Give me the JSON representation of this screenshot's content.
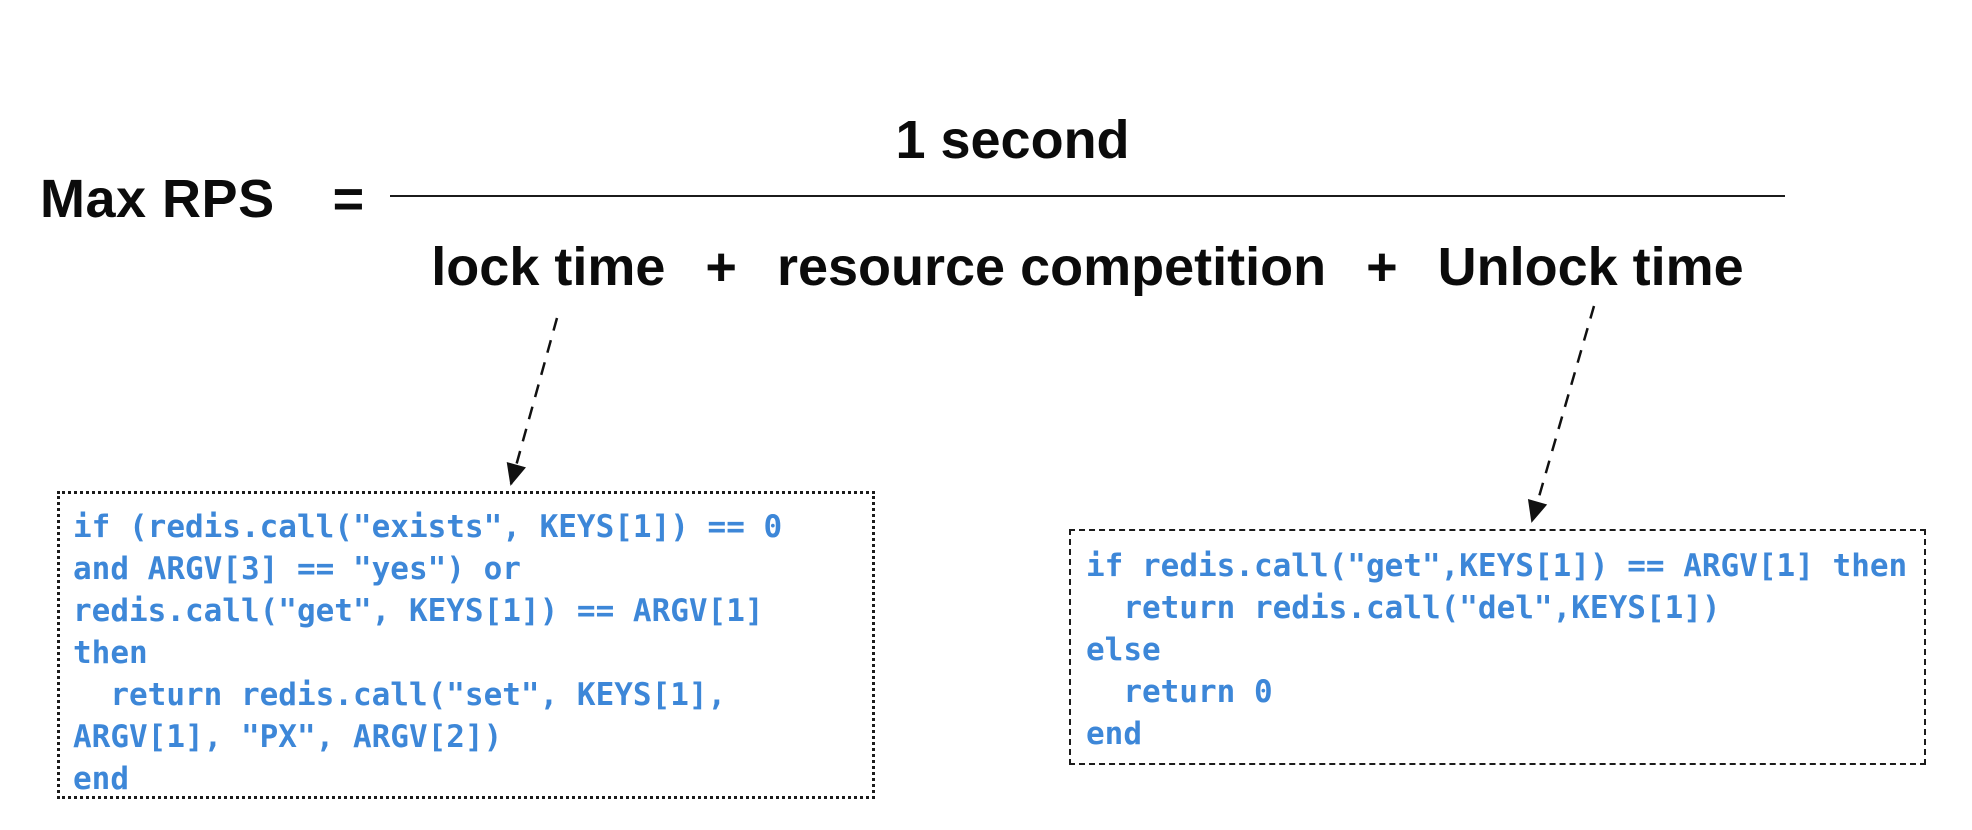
{
  "diagram": {
    "formula": {
      "lhs": "Max RPS",
      "equals_sign": "=",
      "numerator": "1 second",
      "plus_sign": "+",
      "denominator_terms": [
        "lock time",
        "resource competition",
        "Unlock time"
      ]
    },
    "lock_script": {
      "lines": [
        "if (redis.call(\"exists\", KEYS[1]) == 0",
        "and ARGV[3] == \"yes\") or",
        "redis.call(\"get\", KEYS[1]) == ARGV[1]",
        "then",
        "  return redis.call(\"set\", KEYS[1],",
        "ARGV[1], \"PX\", ARGV[2])",
        "end"
      ]
    },
    "unlock_script": {
      "lines": [
        "if redis.call(\"get\",KEYS[1]) == ARGV[1] then",
        "  return redis.call(\"del\",KEYS[1])",
        "else",
        "  return 0",
        "end"
      ]
    },
    "colors": {
      "code_text": "#3d87d8",
      "formula_text": "#0b0b0b",
      "arrow": "#111111"
    }
  }
}
